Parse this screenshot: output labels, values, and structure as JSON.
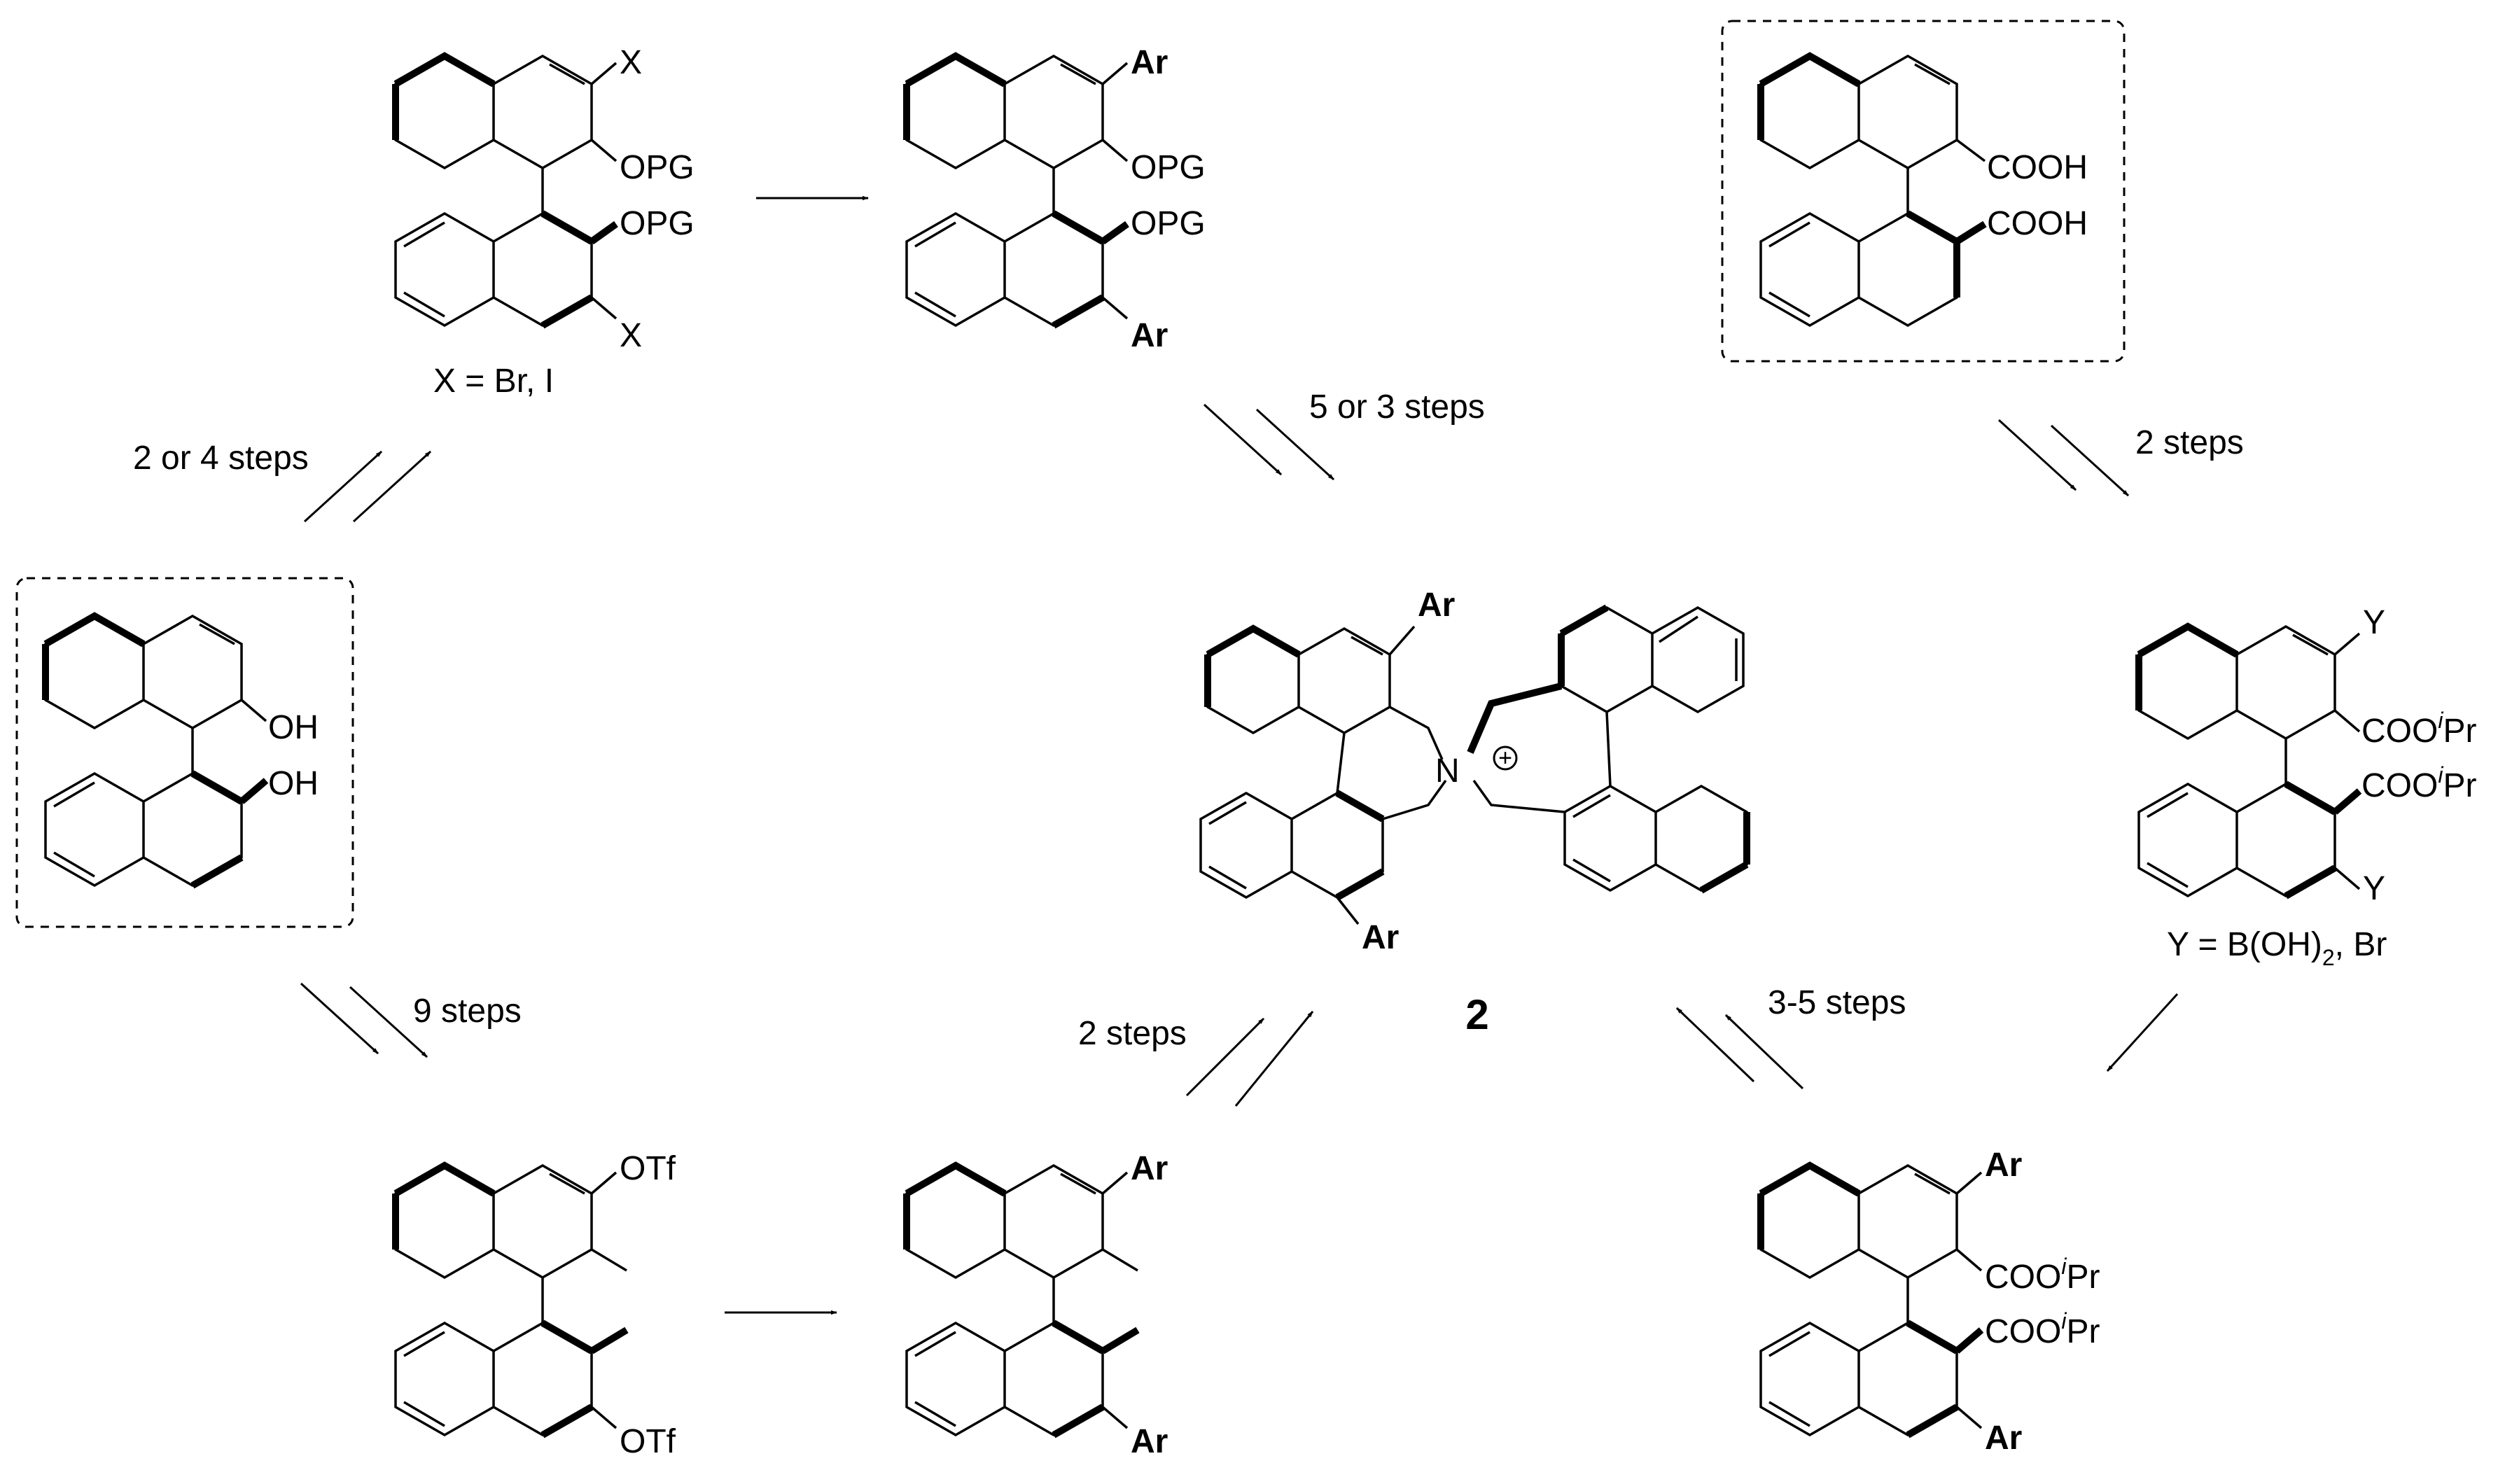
{
  "compound_top_left": {
    "sub_top": "X",
    "sub_mid_top": "OPG",
    "sub_mid_bot": "OPG",
    "sub_bot": "X",
    "caption": "X = Br, I"
  },
  "compound_top_mid": {
    "sub_top": "Ar",
    "sub_mid_top": "OPG",
    "sub_mid_bot": "OPG",
    "sub_bot": "Ar"
  },
  "compound_top_right": {
    "sub_top": "COOH",
    "sub_bot": "COOH"
  },
  "compound_binol": {
    "sub_top": "OH",
    "sub_bot": "OH"
  },
  "compound_right_mid": {
    "sub_top": "Y",
    "ester_top": "COO",
    "ester_bot": "COO",
    "ester_sup": "i",
    "ester_tail": "Pr",
    "sub_bot": "Y",
    "caption_pre": "Y = B(OH)",
    "caption_sub": "2",
    "caption_post": ", Br"
  },
  "compound_bottom_left": {
    "sub_top": "OTf",
    "sub_bot": "OTf"
  },
  "compound_bottom_mid": {
    "sub_top": "Ar",
    "sub_bot": "Ar"
  },
  "compound_bottom_right": {
    "sub_top": "Ar",
    "ester_top": "COO",
    "ester_bot": "COO",
    "ester_sup": "i",
    "ester_tail": "Pr",
    "sub_bot": "Ar"
  },
  "compound_center": {
    "ar_top": "Ar",
    "ar_bot": "Ar",
    "n_atom": "N",
    "charge": "+",
    "number": "2"
  },
  "arrows": {
    "binol_to_top_left": "2 or 4 steps",
    "top_mid_to_center": "5 or 3 steps",
    "top_right_to_right_mid": "2 steps",
    "binol_to_bottom_left": "9 steps",
    "bottom_mid_to_center": "2 steps",
    "bottom_right_to_center": "3-5 steps"
  }
}
